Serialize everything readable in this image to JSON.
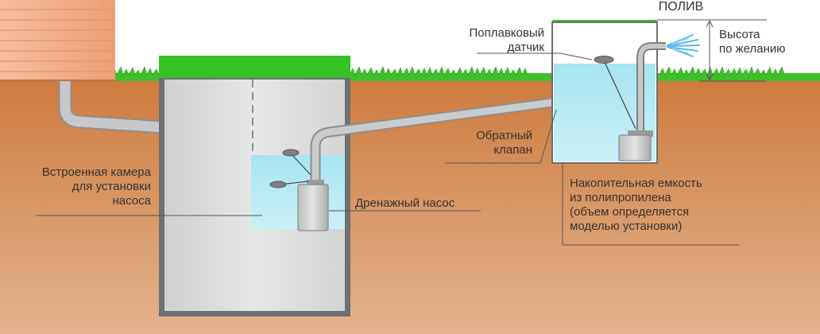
{
  "colors": {
    "soil_top": "#cf7b3e",
    "soil_bottom": "#e2b48d",
    "grass": "#3fbf2a",
    "lid": "#36c125",
    "tank_fill": "#dfe0e0",
    "tank_wall": "#6e6e6e",
    "water": "#a6e5f0",
    "pipe": "#b5b7b9",
    "house": "#f2ad86",
    "spray": "#5cb7e8",
    "leader": "#555555"
  },
  "labels": {
    "irrigation": "ПОЛИВ",
    "float_sensor": [
      "Поплавковый",
      "датчик"
    ],
    "height": [
      "Высота",
      "по желанию"
    ],
    "check_valve": [
      "Обратный",
      "клапан"
    ],
    "built_in_chamber": [
      "Встроенная камера",
      "для установки",
      "насоса"
    ],
    "drain_pump": "Дренажный насос",
    "storage_tank": [
      "Накопительная емкость",
      "из полипропилена",
      "(объем определяется",
      "моделью установки)"
    ]
  }
}
